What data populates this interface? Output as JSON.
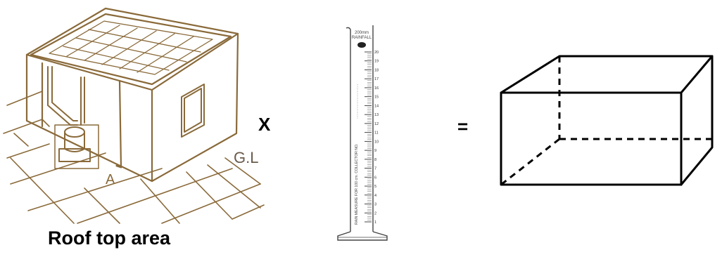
{
  "building": {
    "caption": "Roof top area",
    "point_label": "A",
    "ground_label": "G.L"
  },
  "operators": {
    "times": "X",
    "equals": "="
  },
  "gauge": {
    "capacity": "200mm",
    "title": "RAINFALL",
    "side_text": "RAIN MEASURE FOR 100 cm. COLLECTOR NO.",
    "scale_labels": [
      "20",
      "19",
      "18",
      "17",
      "16",
      "15",
      "14",
      "13",
      "12",
      "11",
      "10",
      "9",
      "8",
      "7",
      "6",
      "5",
      "4",
      "3",
      "2",
      "1"
    ]
  },
  "colors": {
    "sketch": "#8a6a3a",
    "outline": "#000000",
    "gauge": "#444444"
  }
}
